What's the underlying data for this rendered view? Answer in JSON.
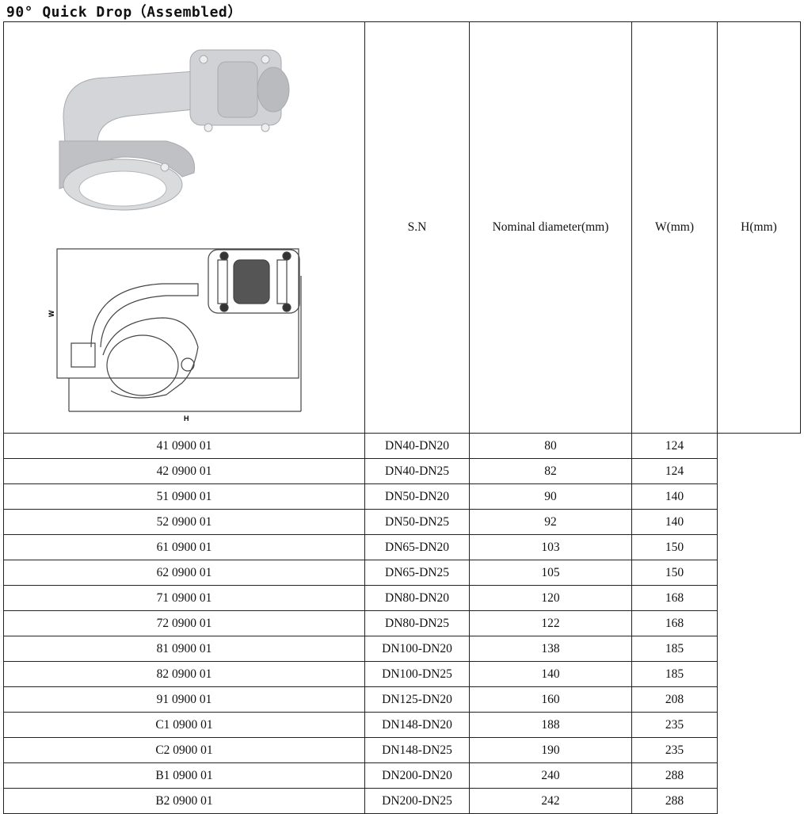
{
  "title": "90° Quick Drop（Assembled）",
  "table": {
    "headers": [
      "S.N",
      "Nominal diameter(mm)",
      "W(mm)",
      "H(mm)"
    ],
    "rows": [
      [
        "41 0900 01",
        "DN40-DN20",
        "80",
        "124"
      ],
      [
        "42 0900 01",
        "DN40-DN25",
        "82",
        "124"
      ],
      [
        "51 0900 01",
        "DN50-DN20",
        "90",
        "140"
      ],
      [
        "52 0900 01",
        "DN50-DN25",
        "92",
        "140"
      ],
      [
        "61 0900 01",
        "DN65-DN20",
        "103",
        "150"
      ],
      [
        "62 0900 01",
        "DN65-DN25",
        "105",
        "150"
      ],
      [
        "71 0900 01",
        "DN80-DN20",
        "120",
        "168"
      ],
      [
        "72 0900 01",
        "DN80-DN25",
        "122",
        "168"
      ],
      [
        "81 0900 01",
        "DN100-DN20",
        "138",
        "185"
      ],
      [
        "82 0900 01",
        "DN100-DN25",
        "140",
        "185"
      ],
      [
        "91 0900 01",
        "DN125-DN20",
        "160",
        "208"
      ],
      [
        "C1 0900 01",
        "DN148-DN20",
        "188",
        "235"
      ],
      [
        "C2 0900 01",
        "DN148-DN25",
        "190",
        "235"
      ],
      [
        "B1 0900 01",
        "DN200-DN20",
        "240",
        "288"
      ],
      [
        "B2 0900 01",
        "DN200-DN25",
        "242",
        "288"
      ]
    ]
  },
  "drawing": {
    "w_label": "W",
    "h_label": "H"
  }
}
